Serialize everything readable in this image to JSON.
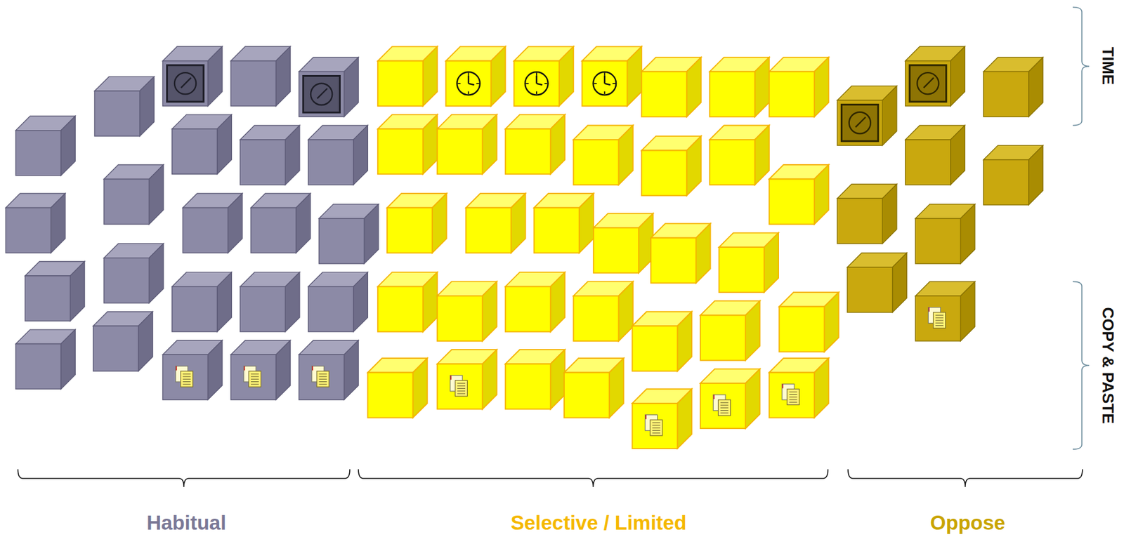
{
  "diagram": {
    "labels": [
      "Habitual",
      "Selective / Limited",
      "Oppose",
      "TIME",
      "COPY & PASTE"
    ]
  }
}
